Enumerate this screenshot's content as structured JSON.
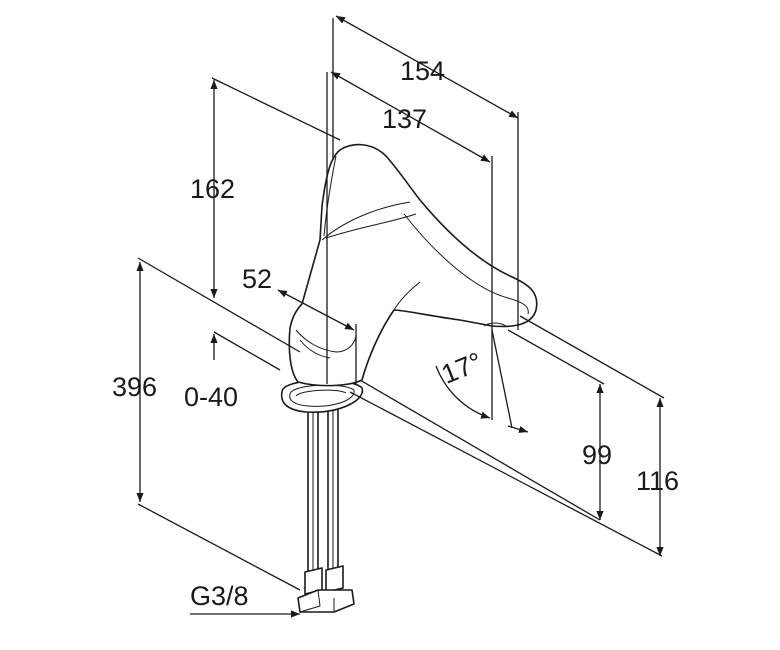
{
  "diagram": {
    "labels": {
      "w154": "154",
      "w137": "137",
      "h162": "162",
      "d52": "52",
      "h396": "396",
      "r040": "0-40",
      "angle": "17°",
      "h99": "99",
      "h116": "116",
      "thread": "G3/8"
    }
  }
}
